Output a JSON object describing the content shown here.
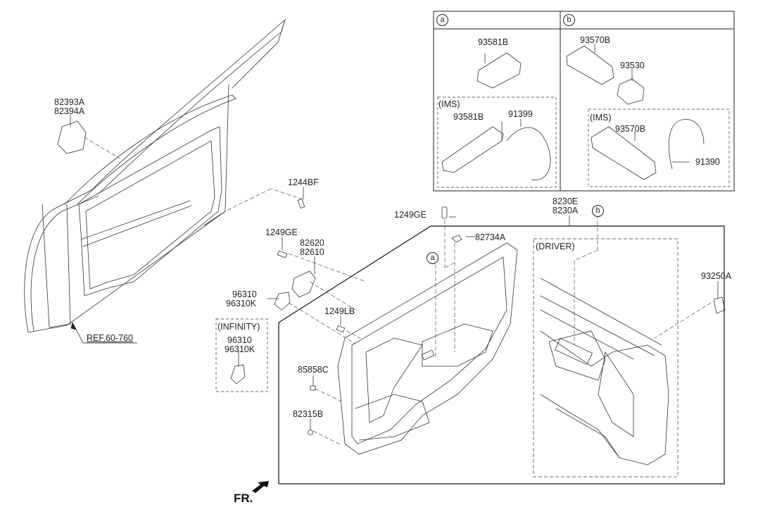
{
  "title": "Front Door Trim Parts Diagram",
  "inset_a": {
    "marker": "a",
    "parts": [
      "93581B"
    ],
    "ims": {
      "label": "(IMS)",
      "parts": [
        "93581B",
        "91399"
      ]
    }
  },
  "inset_b": {
    "marker": "b",
    "parts": [
      "93570B",
      "93530"
    ],
    "ims": {
      "label": "(IMS)",
      "parts": [
        "93570B",
        "91390"
      ]
    }
  },
  "labels": {
    "p82393A": "82393A",
    "p82394A": "82394A",
    "ref": "REF.60-760",
    "p1244BF": "1244BF",
    "p1249GE_left": "1249GE",
    "p82620": "82620",
    "p82610": "82610",
    "p96310": "96310",
    "p96310K": "96310K",
    "infinity": "(INFINITY)",
    "inf_96310": "96310",
    "inf_96310K": "96310K",
    "p1249LB": "1249LB",
    "p85858C": "85858C",
    "p82315B": "82315B",
    "p1249GE_top": "1249GE",
    "p82734A": "82734A",
    "p8230E": "8230E",
    "p8230A": "8230A",
    "marker_a": "a",
    "marker_b": "b",
    "driver": "(DRIVER)",
    "p93250A": "93250A",
    "fr": "FR."
  }
}
